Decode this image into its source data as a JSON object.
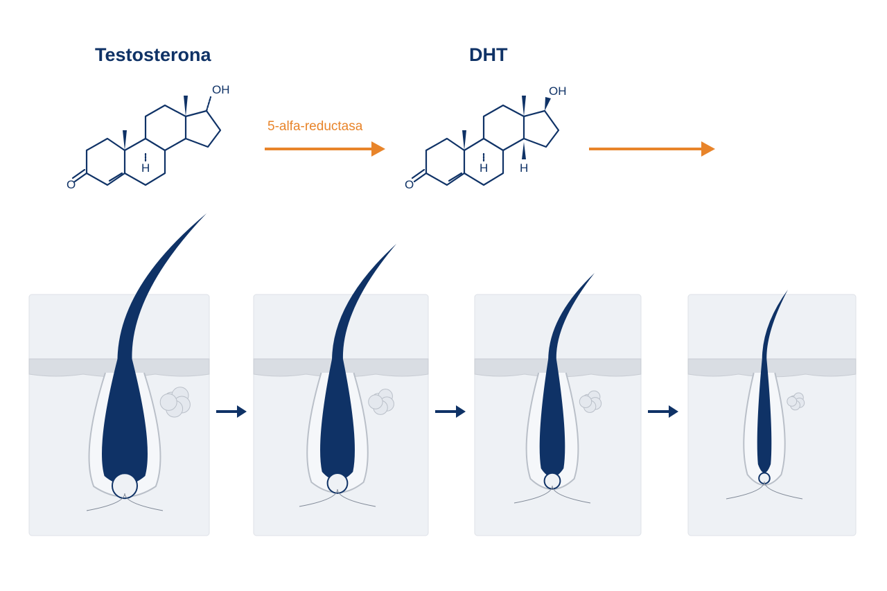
{
  "molecules": {
    "testosterone": {
      "title": "Testosterona",
      "oh": "OH",
      "h": "H",
      "o": "O"
    },
    "dht": {
      "title": "DHT",
      "oh": "OH",
      "h": "H",
      "o": "O"
    }
  },
  "enzyme_label": "5-alfa-reductasa",
  "colors": {
    "navy": "#0f3266",
    "orange": "#e8842a",
    "panel": "#eef1f5",
    "skin": "#d9dde3"
  },
  "stages": [
    {
      "hair_thickness": 1.0
    },
    {
      "hair_thickness": 0.7
    },
    {
      "hair_thickness": 0.45
    },
    {
      "hair_thickness": 0.15
    }
  ]
}
